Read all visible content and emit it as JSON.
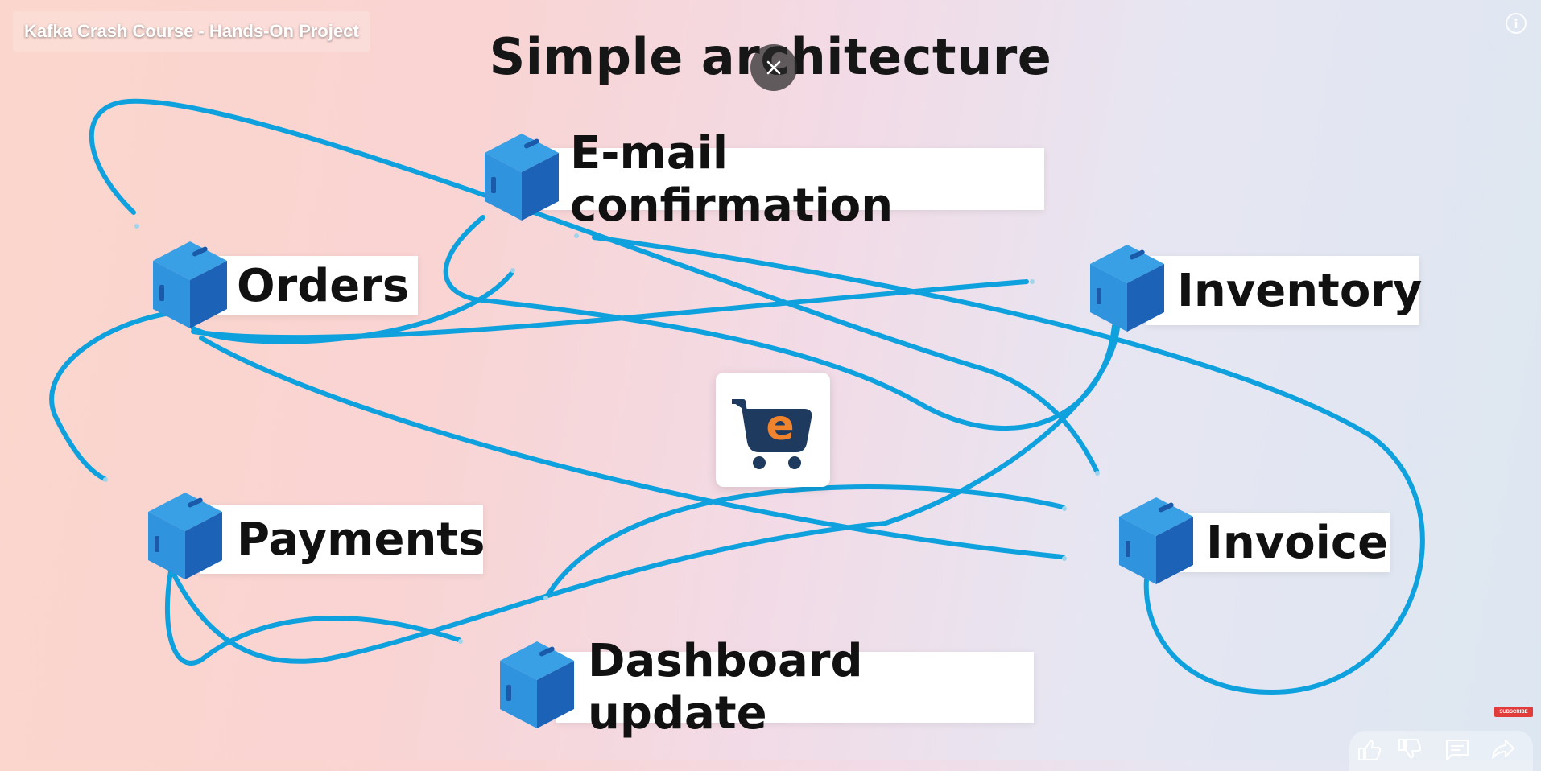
{
  "video": {
    "title": "Kafka Crash Course - Hands-On Project"
  },
  "slide": {
    "title": "Simple architecture",
    "services": [
      {
        "label": "E-mail confirmation"
      },
      {
        "label": "Orders"
      },
      {
        "label": "Inventory"
      },
      {
        "label": "Payments"
      },
      {
        "label": "Invoice"
      },
      {
        "label": "Dashboard update"
      }
    ],
    "center_logo": {
      "letter": "e",
      "icon": "shopping-cart-icon"
    }
  },
  "player": {
    "subscribe_label": "SUBSCRIBE",
    "actions": [
      "like-icon",
      "dislike-icon",
      "comment-icon",
      "share-icon"
    ]
  },
  "colors": {
    "connection_line": "#0ea1dd",
    "cube_light": "#2f93de",
    "cube_dark": "#1c62b6",
    "logo_orange": "#f0832e",
    "logo_navy": "#1e3a5f"
  }
}
